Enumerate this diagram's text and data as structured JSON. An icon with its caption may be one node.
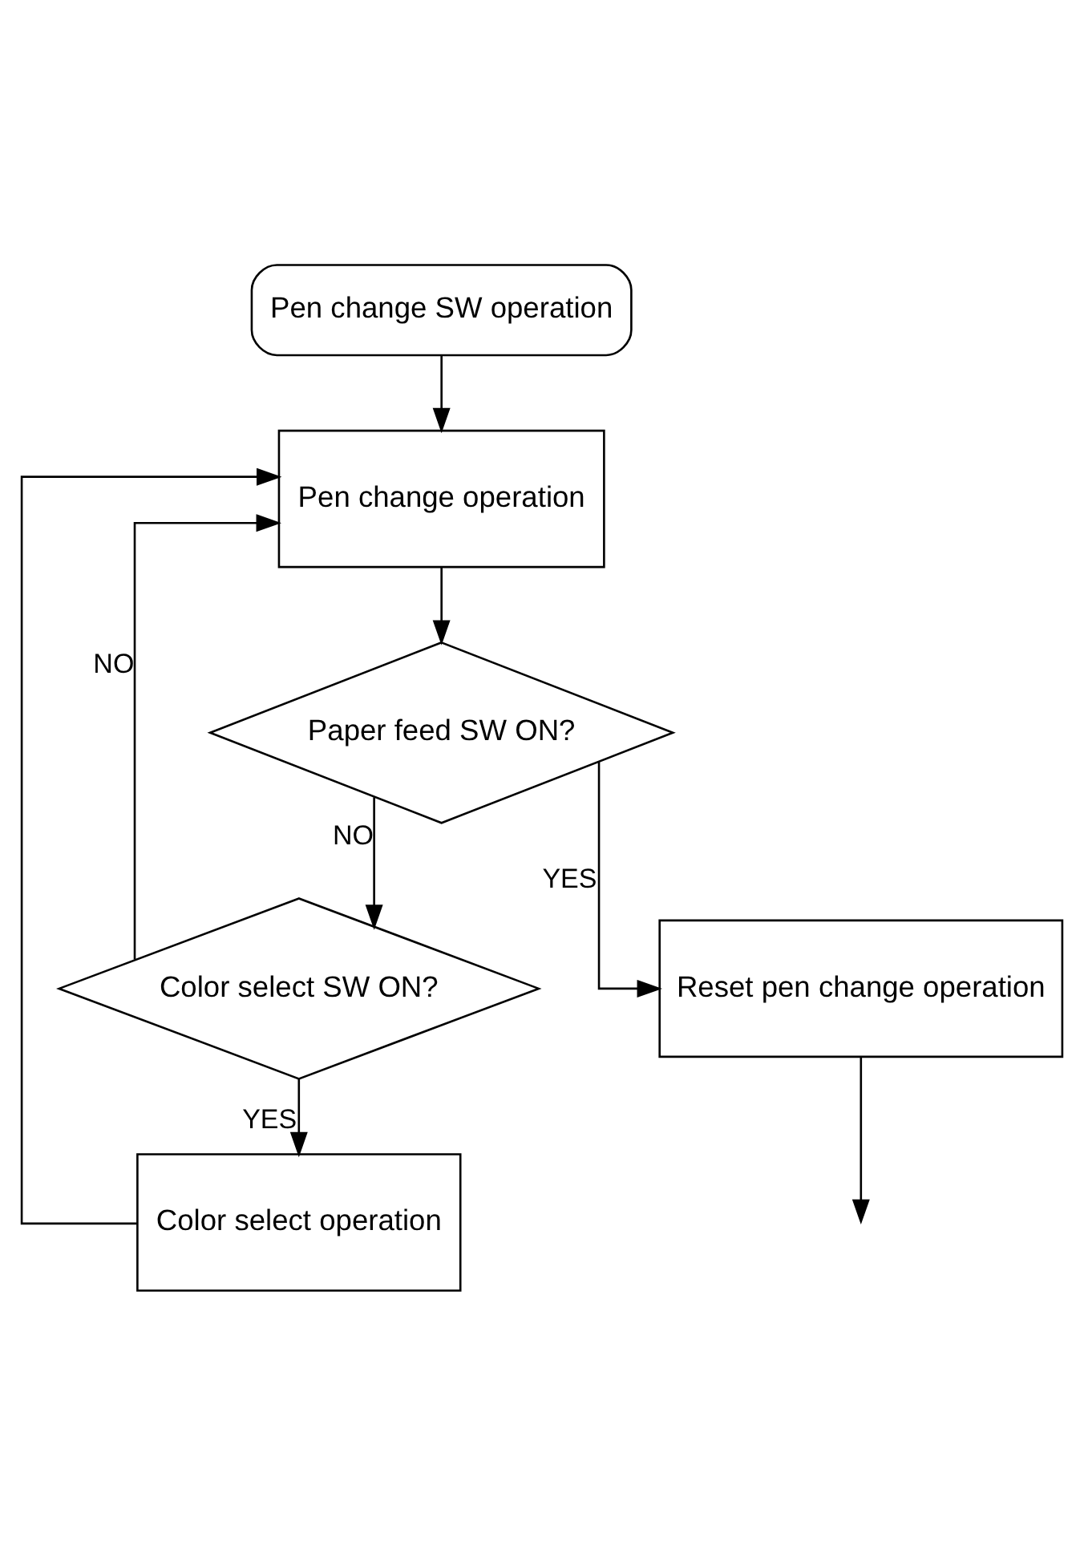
{
  "diagram": {
    "nodes": [
      {
        "text": [
          "Pen change SW operation"
        ]
      },
      {
        "text": [
          "Pen change operation"
        ]
      },
      {
        "text": [
          "Paper feed SW ON?"
        ]
      },
      {
        "text": [
          "Color select SW ON?"
        ]
      },
      {
        "text": [
          "Color select operation"
        ]
      },
      {
        "text": [
          "Reset pen change operation"
        ]
      }
    ],
    "edges": [
      {
        "from": 0,
        "to": 1,
        "arrow": "to"
      },
      {
        "from": 1,
        "to": 2,
        "arrow": "to"
      },
      {
        "from": 2,
        "to": 5,
        "arrow": "to",
        "label": "YES"
      },
      {
        "from": 2,
        "to": 3,
        "arrow": "to",
        "label": "NO"
      },
      {
        "from": 3,
        "to": 1,
        "arrow": "to",
        "label": "NO"
      },
      {
        "from": 3,
        "to": 4,
        "arrow": "to",
        "label": "YES"
      },
      {
        "from": 4,
        "to": 1,
        "arrow": "to"
      },
      {
        "from": 5,
        "to": null,
        "arrow": "to"
      }
    ]
  }
}
